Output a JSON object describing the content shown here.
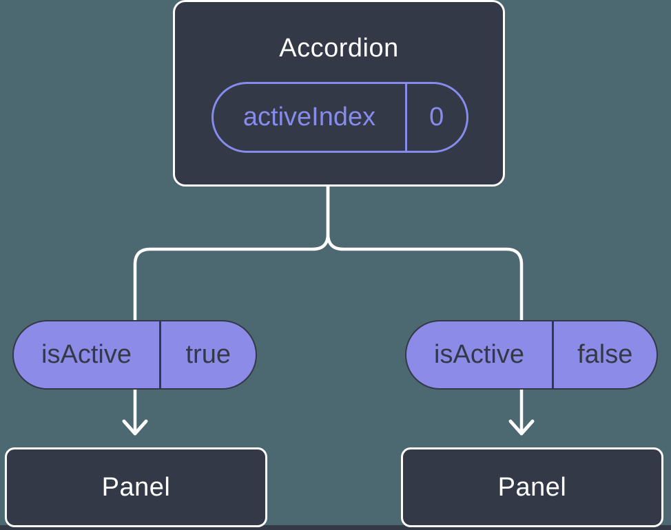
{
  "diagram": {
    "root": {
      "title": "Accordion",
      "prop": {
        "name": "activeIndex",
        "value": "0"
      }
    },
    "children": [
      {
        "state": {
          "name": "isActive",
          "value": "true"
        },
        "panel_label": "Panel"
      },
      {
        "state": {
          "name": "isActive",
          "value": "false"
        },
        "panel_label": "Panel"
      }
    ],
    "colors": {
      "background": "#4C6870",
      "node_fill": "#333946",
      "node_border": "#FFFFFF",
      "pill_fill": "#8C8CE8",
      "pill_outline": "#868BEC",
      "pill_text_dark": "#333946",
      "connector": "#FFFFFF"
    }
  }
}
